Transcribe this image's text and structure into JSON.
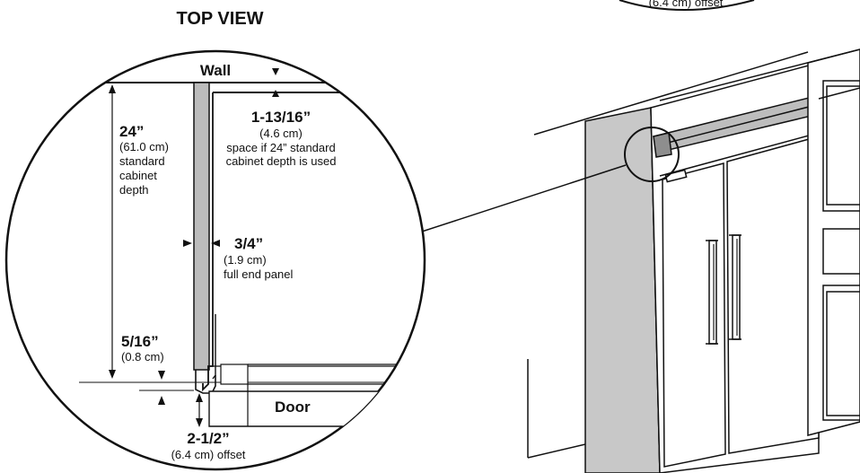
{
  "title": "TOP VIEW",
  "corner_note": "(6.4 cm) offset",
  "wall": "Wall",
  "space": {
    "value": "1-13/16”",
    "metric": "(4.6 cm)",
    "note_line1": "space if 24” standard",
    "note_line2": "cabinet depth is used"
  },
  "depth": {
    "value": "24”",
    "metric": "(61.0 cm)",
    "note_line1": "standard",
    "note_line2": "cabinet",
    "note_line3": "depth"
  },
  "panel": {
    "value": "3/4”",
    "metric": "(1.9 cm)",
    "note": "full end panel"
  },
  "gap": {
    "value": "5/16”",
    "metric": "(0.8 cm)"
  },
  "door": "Door",
  "offset": {
    "value": "2-1/2”",
    "metric": "(6.4 cm) offset"
  }
}
